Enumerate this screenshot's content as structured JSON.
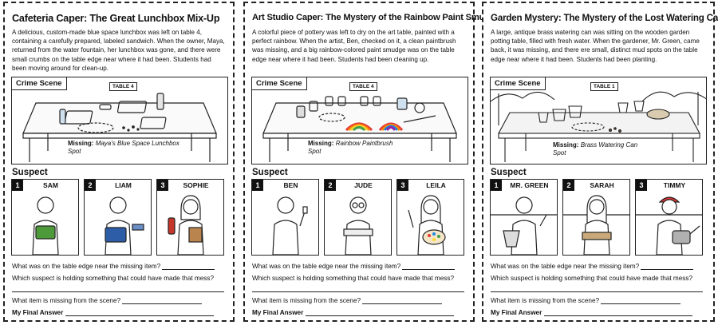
{
  "cards": [
    {
      "title": "Cafeteria Caper: The Great Lunchbox Mix-Up",
      "story": "A delicious, custom-made blue space lunchbox was left on table 4, containing a carefully prepared, labeled sandwich. When the owner, Maya, returned from the water fountain, her lunchbox was gone, and there were small crumbs on the table edge near where it had been. Students had been moving around for clean-up.",
      "scene_label": "Crime Scene",
      "table_sign": "TABLE 4",
      "missing_label": "Missing:",
      "missing_item": "Maya's Blue Space Lunchbox Spot",
      "suspect_heading": "Suspect",
      "suspects": [
        {
          "num": "1",
          "name": "SAM",
          "holding": "green lunchbox"
        },
        {
          "num": "2",
          "name": "LIAM",
          "holding": "blue space lunchbox"
        },
        {
          "num": "3",
          "name": "SOPHIE",
          "holding": "paper bag and bottle"
        }
      ],
      "questions": [
        "What was on the table edge near the missing item?",
        "Which suspect is holding something that could have made that mess?",
        "What item is missing from the scene?"
      ],
      "final_answer": "My Final Answer"
    },
    {
      "title": "Art Studio Caper: The Mystery of the Rainbow Paint Smudge",
      "story": "A colorful piece of pottery was left to dry on the art table, painted with a perfect rainbow. When the artist, Ben, checked on it, a clean paintbrush was missing, and a big rainbow-colored paint smudge was on the table edge near where it had been. Students had been cleaning up.",
      "scene_label": "Crime Scene",
      "table_sign": "TABLE 4",
      "missing_label": "Missing:",
      "missing_item": "Rainbow Paintbrush Spot",
      "suspect_heading": "Suspect",
      "suspects": [
        {
          "num": "1",
          "name": "BEN",
          "holding": "clean brush"
        },
        {
          "num": "2",
          "name": "JUDE",
          "holding": "tray of cups"
        },
        {
          "num": "3",
          "name": "LEILA",
          "holding": "paintbrush and palette"
        }
      ],
      "questions": [
        "What was on the table edge near the missing item?",
        "Which suspect is holding something that could have made that mess?",
        "What item is missing from the scene?"
      ],
      "final_answer": "My Final Answer"
    },
    {
      "title": "Garden Mystery: The Mystery of the Lost Watering Can",
      "story": "A large, antique brass watering can was sitting on the wooden garden potting table, filled with fresh water. When the gardener, Mr. Green, came back, it was missing, and there ere small, distinct mud spots on the table edge near where it had been. Students had been planting.",
      "scene_label": "Crime Scene",
      "table_sign": "TABLE 1",
      "missing_label": "Missing:",
      "missing_item": "Brass Watering Can Spot",
      "suspect_heading": "Suspect",
      "suspects": [
        {
          "num": "1",
          "name": "MR. GREEN",
          "holding": "trowel and bucket"
        },
        {
          "num": "2",
          "name": "SARAH",
          "holding": "seedling tray"
        },
        {
          "num": "3",
          "name": "TIMMY",
          "holding": "watering can"
        }
      ],
      "questions": [
        "What was on the table edge near the missing item?",
        "Which suspect is holding something that could have made that mess?",
        "What item is missing from the scene?"
      ],
      "final_answer": "My Final Answer"
    }
  ]
}
